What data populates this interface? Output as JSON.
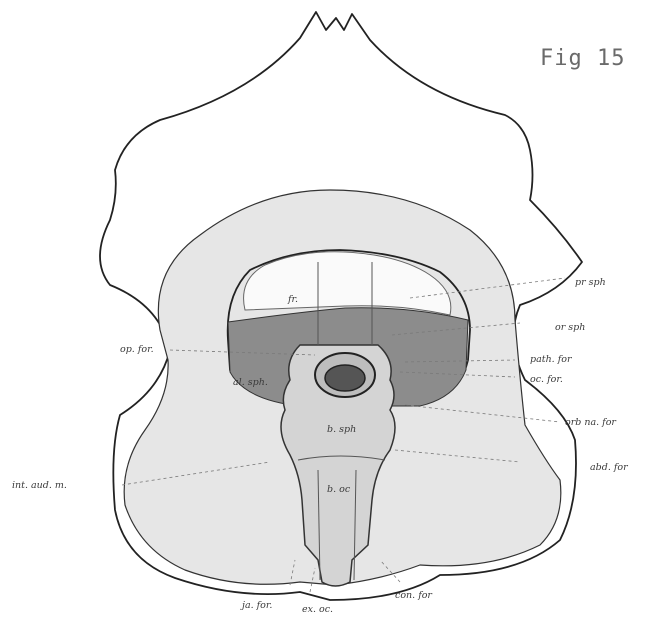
{
  "figure_title": "Fig 15",
  "labels": {
    "pr_sph": "pr sph",
    "or_sph": "or sph",
    "path_for": "path. for",
    "oc_for": "oc. for.",
    "orb_na_for": "orb na. for",
    "abd_for": "abd. for",
    "fr": "fr.",
    "op_for": "op. for.",
    "al_sph": "al. sph.",
    "b_sph": "b. sph",
    "b_oc": "b. oc",
    "int_aud_m": "int. aud. m.",
    "ja_for": "ja. for.",
    "ex_oc": "ex. oc.",
    "con_for": "con. for"
  },
  "colors": {
    "outer_fill": "#ffffff",
    "mid_fill": "#e6e6e6",
    "light_fill": "#efefef",
    "dark_band": "#8c8c8c",
    "outline": "#222222"
  }
}
